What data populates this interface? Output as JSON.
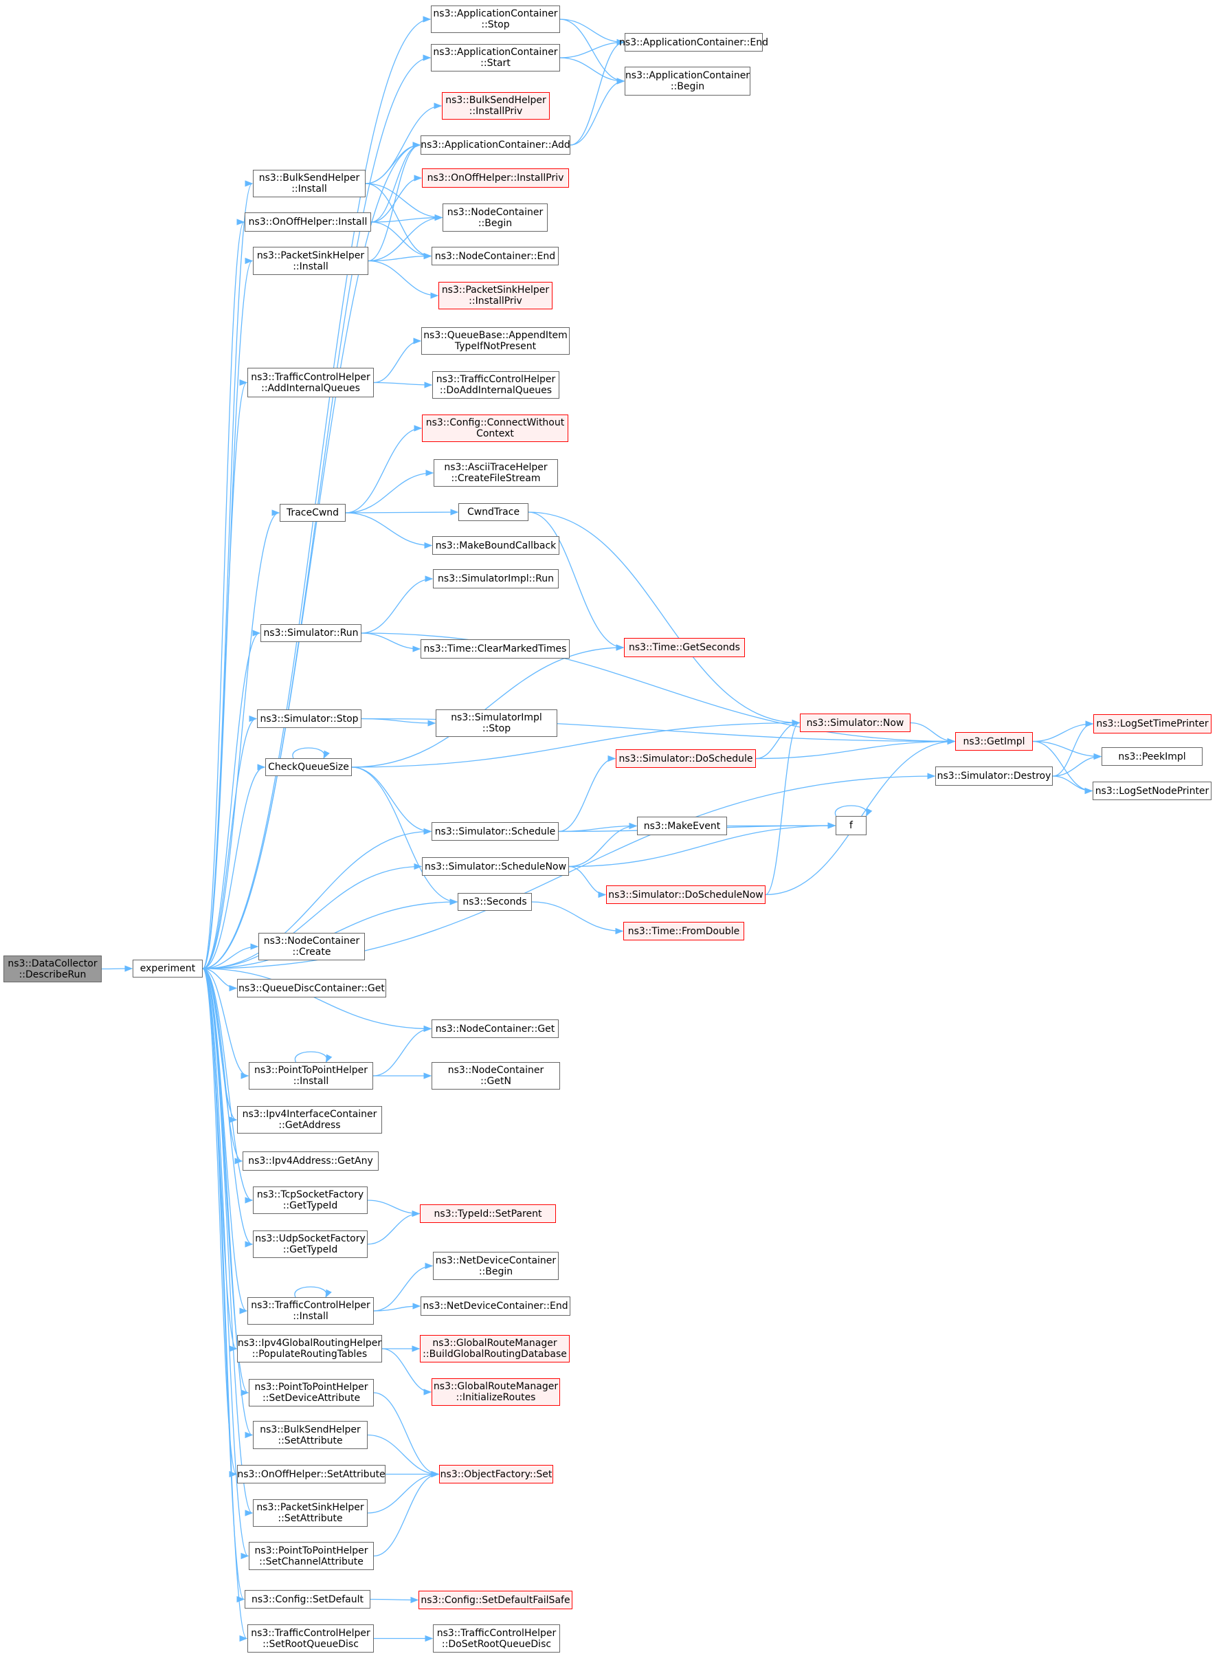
{
  "edge_color": "#63b8ff",
  "box_border_color": "#666666",
  "truncated_border_color": "#ff0000",
  "truncated_fill_color": "#fff0f0",
  "root_fill_color": "#999999",
  "nodes": {
    "describe_run": {
      "lines": [
        "ns3::DataCollector",
        "::DescribeRun"
      ],
      "style": "root"
    },
    "experiment": {
      "lines": [
        "experiment"
      ],
      "style": "normal"
    },
    "appc_stop": {
      "lines": [
        "ns3::ApplicationContainer",
        "::Stop"
      ],
      "style": "normal"
    },
    "appc_start": {
      "lines": [
        "ns3::ApplicationContainer",
        "::Start"
      ],
      "style": "normal"
    },
    "appc_end": {
      "lines": [
        "ns3::ApplicationContainer::End"
      ],
      "style": "normal"
    },
    "appc_begin": {
      "lines": [
        "ns3::ApplicationContainer",
        "::Begin"
      ],
      "style": "normal"
    },
    "bulk_installpriv": {
      "lines": [
        "ns3::BulkSendHelper",
        "::InstallPriv"
      ],
      "style": "truncated"
    },
    "appc_add": {
      "lines": [
        "ns3::ApplicationContainer::Add"
      ],
      "style": "normal"
    },
    "bulk_install": {
      "lines": [
        "ns3::BulkSendHelper",
        "::Install"
      ],
      "style": "normal"
    },
    "onoff_installpriv": {
      "lines": [
        "ns3::OnOffHelper::InstallPriv"
      ],
      "style": "truncated"
    },
    "onoff_install": {
      "lines": [
        "ns3::OnOffHelper::Install"
      ],
      "style": "normal"
    },
    "nodec_begin": {
      "lines": [
        "ns3::NodeContainer",
        "::Begin"
      ],
      "style": "normal"
    },
    "sink_install": {
      "lines": [
        "ns3::PacketSinkHelper",
        "::Install"
      ],
      "style": "normal"
    },
    "nodec_end": {
      "lines": [
        "ns3::NodeContainer::End"
      ],
      "style": "normal"
    },
    "sink_installpriv": {
      "lines": [
        "ns3::PacketSinkHelper",
        "::InstallPriv"
      ],
      "style": "truncated"
    },
    "queuebase_append": {
      "lines": [
        "ns3::QueueBase::AppendItem",
        "TypeIfNotPresent"
      ],
      "style": "normal"
    },
    "tch_addinternal": {
      "lines": [
        "ns3::TrafficControlHelper",
        "::AddInternalQueues"
      ],
      "style": "normal"
    },
    "tch_doaddinternal": {
      "lines": [
        "ns3::TrafficControlHelper",
        "::DoAddInternalQueues"
      ],
      "style": "normal"
    },
    "config_connect": {
      "lines": [
        "ns3::Config::ConnectWithout",
        "Context"
      ],
      "style": "truncated"
    },
    "ascii_create": {
      "lines": [
        "ns3::AsciiTraceHelper",
        "::CreateFileStream"
      ],
      "style": "normal"
    },
    "tracecwnd": {
      "lines": [
        "TraceCwnd"
      ],
      "style": "normal"
    },
    "cwndtrace": {
      "lines": [
        "CwndTrace"
      ],
      "style": "normal"
    },
    "makebound": {
      "lines": [
        "ns3::MakeBoundCallback"
      ],
      "style": "normal"
    },
    "simimpl_run": {
      "lines": [
        "ns3::SimulatorImpl::Run"
      ],
      "style": "normal"
    },
    "sim_run": {
      "lines": [
        "ns3::Simulator::Run"
      ],
      "style": "normal"
    },
    "time_clearmarked": {
      "lines": [
        "ns3::Time::ClearMarkedTimes"
      ],
      "style": "normal"
    },
    "time_getseconds": {
      "lines": [
        "ns3::Time::GetSeconds"
      ],
      "style": "truncated"
    },
    "sim_stop": {
      "lines": [
        "ns3::Simulator::Stop"
      ],
      "style": "normal"
    },
    "simimpl_stop": {
      "lines": [
        "ns3::SimulatorImpl",
        "::Stop"
      ],
      "style": "normal"
    },
    "sim_now": {
      "lines": [
        "ns3::Simulator::Now"
      ],
      "style": "truncated"
    },
    "getimpl": {
      "lines": [
        "ns3::GetImpl"
      ],
      "style": "truncated"
    },
    "logsettime": {
      "lines": [
        "ns3::LogSetTimePrinter"
      ],
      "style": "truncated"
    },
    "checkqueuesize": {
      "lines": [
        "CheckQueueSize"
      ],
      "style": "normal"
    },
    "sim_doschedule": {
      "lines": [
        "ns3::Simulator::DoSchedule"
      ],
      "style": "truncated"
    },
    "sim_destroy": {
      "lines": [
        "ns3::Simulator::Destroy"
      ],
      "style": "normal"
    },
    "peekimpl": {
      "lines": [
        "ns3::PeekImpl"
      ],
      "style": "normal"
    },
    "logsetnode": {
      "lines": [
        "ns3::LogSetNodePrinter"
      ],
      "style": "normal"
    },
    "sim_schedule": {
      "lines": [
        "ns3::Simulator::Schedule"
      ],
      "style": "normal"
    },
    "makeevent": {
      "lines": [
        "ns3::MakeEvent"
      ],
      "style": "normal"
    },
    "f": {
      "lines": [
        "f"
      ],
      "style": "normal"
    },
    "sim_schedulenow": {
      "lines": [
        "ns3::Simulator::ScheduleNow"
      ],
      "style": "normal"
    },
    "sim_doschedulenow": {
      "lines": [
        "ns3::Simulator::DoScheduleNow"
      ],
      "style": "truncated"
    },
    "seconds": {
      "lines": [
        "ns3::Seconds"
      ],
      "style": "normal"
    },
    "time_fromdouble": {
      "lines": [
        "ns3::Time::FromDouble"
      ],
      "style": "truncated"
    },
    "nodec_create": {
      "lines": [
        "ns3::NodeContainer",
        "::Create"
      ],
      "style": "normal"
    },
    "qdc_get": {
      "lines": [
        "ns3::QueueDiscContainer::Get"
      ],
      "style": "normal"
    },
    "nodec_get": {
      "lines": [
        "ns3::NodeContainer::Get"
      ],
      "style": "normal"
    },
    "p2p_install": {
      "lines": [
        "ns3::PointToPointHelper",
        "::Install"
      ],
      "style": "normal"
    },
    "nodec_getn": {
      "lines": [
        "ns3::NodeContainer",
        "::GetN"
      ],
      "style": "normal"
    },
    "ipv4ic_getaddress": {
      "lines": [
        "ns3::Ipv4InterfaceContainer",
        "::GetAddress"
      ],
      "style": "normal"
    },
    "ipv4addr_getany": {
      "lines": [
        "ns3::Ipv4Address::GetAny"
      ],
      "style": "normal"
    },
    "tcpsf_gettypeid": {
      "lines": [
        "ns3::TcpSocketFactory",
        "::GetTypeId"
      ],
      "style": "normal"
    },
    "typeid_setparent": {
      "lines": [
        "ns3::TypeId::SetParent"
      ],
      "style": "truncated"
    },
    "udpsf_gettypeid": {
      "lines": [
        "ns3::UdpSocketFactory",
        "::GetTypeId"
      ],
      "style": "normal"
    },
    "ndc_begin": {
      "lines": [
        "ns3::NetDeviceContainer",
        "::Begin"
      ],
      "style": "normal"
    },
    "tch_install": {
      "lines": [
        "ns3::TrafficControlHelper",
        "::Install"
      ],
      "style": "normal"
    },
    "ndc_end": {
      "lines": [
        "ns3::NetDeviceContainer::End"
      ],
      "style": "normal"
    },
    "ipv4grh_populate": {
      "lines": [
        "ns3::Ipv4GlobalRoutingHelper",
        "::PopulateRoutingTables"
      ],
      "style": "normal"
    },
    "grm_build": {
      "lines": [
        "ns3::GlobalRouteManager",
        "::BuildGlobalRoutingDatabase"
      ],
      "style": "truncated"
    },
    "grm_init": {
      "lines": [
        "ns3::GlobalRouteManager",
        "::InitializeRoutes"
      ],
      "style": "truncated"
    },
    "p2p_setdevattr": {
      "lines": [
        "ns3::PointToPointHelper",
        "::SetDeviceAttribute"
      ],
      "style": "normal"
    },
    "bulk_setattr": {
      "lines": [
        "ns3::BulkSendHelper",
        "::SetAttribute"
      ],
      "style": "normal"
    },
    "objfactory_set": {
      "lines": [
        "ns3::ObjectFactory::Set"
      ],
      "style": "truncated"
    },
    "onoff_setattr": {
      "lines": [
        "ns3::OnOffHelper::SetAttribute"
      ],
      "style": "normal"
    },
    "sink_setattr": {
      "lines": [
        "ns3::PacketSinkHelper",
        "::SetAttribute"
      ],
      "style": "normal"
    },
    "p2p_setchanattr": {
      "lines": [
        "ns3::PointToPointHelper",
        "::SetChannelAttribute"
      ],
      "style": "normal"
    },
    "config_setdefault": {
      "lines": [
        "ns3::Config::SetDefault"
      ],
      "style": "normal"
    },
    "config_setdefaultfs": {
      "lines": [
        "ns3::Config::SetDefaultFailSafe"
      ],
      "style": "truncated"
    },
    "tch_setroot": {
      "lines": [
        "ns3::TrafficControlHelper",
        "::SetRootQueueDisc"
      ],
      "style": "normal"
    },
    "tch_dosetroot": {
      "lines": [
        "ns3::TrafficControlHelper",
        "::DoSetRootQueueDisc"
      ],
      "style": "normal"
    }
  },
  "edges": [
    [
      "describe_run",
      "experiment"
    ],
    [
      "experiment",
      "appc_stop"
    ],
    [
      "experiment",
      "appc_start"
    ],
    [
      "experiment",
      "appc_add"
    ],
    [
      "experiment",
      "bulk_install"
    ],
    [
      "experiment",
      "onoff_install"
    ],
    [
      "experiment",
      "sink_install"
    ],
    [
      "experiment",
      "tch_addinternal"
    ],
    [
      "experiment",
      "tracecwnd"
    ],
    [
      "experiment",
      "sim_run"
    ],
    [
      "experiment",
      "sim_stop"
    ],
    [
      "experiment",
      "checkqueuesize"
    ],
    [
      "experiment",
      "sim_schedule"
    ],
    [
      "experiment",
      "sim_schedulenow"
    ],
    [
      "experiment",
      "seconds"
    ],
    [
      "experiment",
      "sim_destroy"
    ],
    [
      "experiment",
      "nodec_create"
    ],
    [
      "experiment",
      "qdc_get"
    ],
    [
      "experiment",
      "nodec_get"
    ],
    [
      "experiment",
      "p2p_install"
    ],
    [
      "experiment",
      "ipv4ic_getaddress"
    ],
    [
      "experiment",
      "ipv4addr_getany"
    ],
    [
      "experiment",
      "tcpsf_gettypeid"
    ],
    [
      "experiment",
      "udpsf_gettypeid"
    ],
    [
      "experiment",
      "tch_install"
    ],
    [
      "experiment",
      "ipv4grh_populate"
    ],
    [
      "experiment",
      "p2p_setdevattr"
    ],
    [
      "experiment",
      "bulk_setattr"
    ],
    [
      "experiment",
      "onoff_setattr"
    ],
    [
      "experiment",
      "sink_setattr"
    ],
    [
      "experiment",
      "p2p_setchanattr"
    ],
    [
      "experiment",
      "config_setdefault"
    ],
    [
      "experiment",
      "tch_setroot"
    ],
    [
      "appc_stop",
      "appc_end"
    ],
    [
      "appc_stop",
      "appc_begin"
    ],
    [
      "appc_start",
      "appc_end"
    ],
    [
      "appc_start",
      "appc_begin"
    ],
    [
      "appc_add",
      "appc_end"
    ],
    [
      "appc_add",
      "appc_begin"
    ],
    [
      "bulk_install",
      "bulk_installpriv"
    ],
    [
      "bulk_install",
      "appc_add"
    ],
    [
      "bulk_install",
      "nodec_begin"
    ],
    [
      "bulk_install",
      "nodec_end"
    ],
    [
      "onoff_install",
      "appc_add"
    ],
    [
      "onoff_install",
      "onoff_installpriv"
    ],
    [
      "onoff_install",
      "nodec_begin"
    ],
    [
      "onoff_install",
      "nodec_end"
    ],
    [
      "sink_install",
      "appc_add"
    ],
    [
      "sink_install",
      "nodec_begin"
    ],
    [
      "sink_install",
      "nodec_end"
    ],
    [
      "sink_install",
      "sink_installpriv"
    ],
    [
      "tch_addinternal",
      "queuebase_append"
    ],
    [
      "tch_addinternal",
      "tch_doaddinternal"
    ],
    [
      "tracecwnd",
      "config_connect"
    ],
    [
      "tracecwnd",
      "ascii_create"
    ],
    [
      "tracecwnd",
      "cwndtrace"
    ],
    [
      "tracecwnd",
      "makebound"
    ],
    [
      "cwndtrace",
      "time_getseconds"
    ],
    [
      "cwndtrace",
      "sim_now"
    ],
    [
      "sim_run",
      "simimpl_run"
    ],
    [
      "sim_run",
      "time_clearmarked"
    ],
    [
      "sim_run",
      "getimpl"
    ],
    [
      "sim_stop",
      "simimpl_stop"
    ],
    [
      "sim_stop",
      "getimpl"
    ],
    [
      "checkqueuesize",
      "checkqueuesize"
    ],
    [
      "checkqueuesize",
      "time_getseconds"
    ],
    [
      "checkqueuesize",
      "sim_now"
    ],
    [
      "checkqueuesize",
      "sim_schedule"
    ],
    [
      "checkqueuesize",
      "seconds"
    ],
    [
      "sim_now",
      "getimpl"
    ],
    [
      "sim_doschedule",
      "sim_now"
    ],
    [
      "sim_doschedule",
      "getimpl"
    ],
    [
      "getimpl",
      "logsettime"
    ],
    [
      "getimpl",
      "peekimpl"
    ],
    [
      "getimpl",
      "logsetnode"
    ],
    [
      "sim_destroy",
      "logsettime"
    ],
    [
      "sim_destroy",
      "peekimpl"
    ],
    [
      "sim_destroy",
      "logsetnode"
    ],
    [
      "sim_schedule",
      "sim_doschedule"
    ],
    [
      "sim_schedule",
      "makeevent"
    ],
    [
      "sim_schedule",
      "f"
    ],
    [
      "makeevent",
      "f"
    ],
    [
      "f",
      "f"
    ],
    [
      "sim_schedulenow",
      "makeevent"
    ],
    [
      "sim_schedulenow",
      "f"
    ],
    [
      "sim_schedulenow",
      "sim_doschedulenow"
    ],
    [
      "sim_doschedulenow",
      "sim_now"
    ],
    [
      "sim_doschedulenow",
      "getimpl"
    ],
    [
      "seconds",
      "time_fromdouble"
    ],
    [
      "p2p_install",
      "p2p_install"
    ],
    [
      "p2p_install",
      "nodec_get"
    ],
    [
      "p2p_install",
      "nodec_getn"
    ],
    [
      "tcpsf_gettypeid",
      "typeid_setparent"
    ],
    [
      "udpsf_gettypeid",
      "typeid_setparent"
    ],
    [
      "tch_install",
      "tch_install"
    ],
    [
      "tch_install",
      "ndc_begin"
    ],
    [
      "tch_install",
      "ndc_end"
    ],
    [
      "ipv4grh_populate",
      "grm_build"
    ],
    [
      "ipv4grh_populate",
      "grm_init"
    ],
    [
      "p2p_setdevattr",
      "objfactory_set"
    ],
    [
      "bulk_setattr",
      "objfactory_set"
    ],
    [
      "onoff_setattr",
      "objfactory_set"
    ],
    [
      "sink_setattr",
      "objfactory_set"
    ],
    [
      "p2p_setchanattr",
      "objfactory_set"
    ],
    [
      "config_setdefault",
      "config_setdefaultfs"
    ],
    [
      "tch_setroot",
      "tch_dosetroot"
    ]
  ]
}
